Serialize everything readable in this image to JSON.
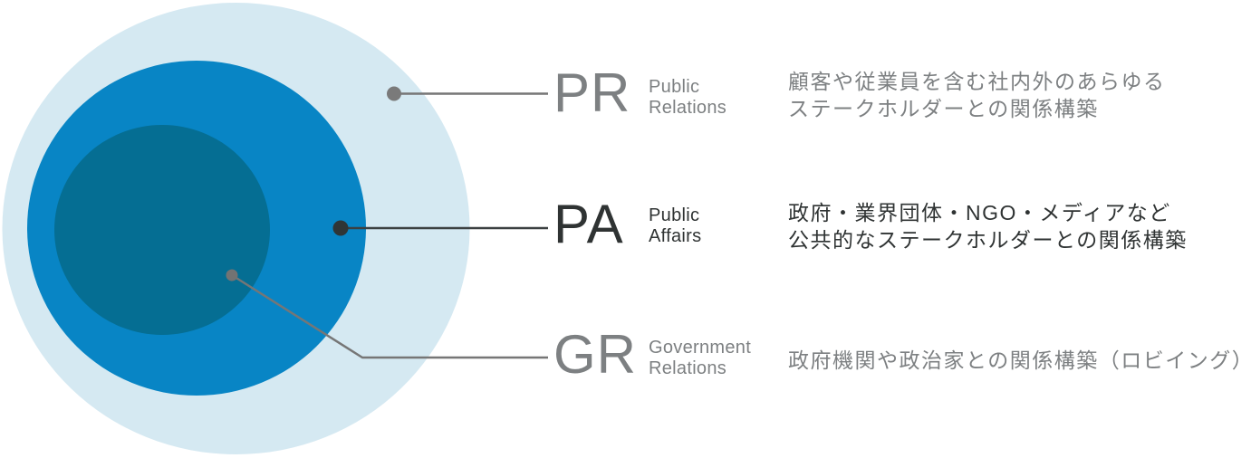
{
  "diagram": {
    "title": "PR / PA / GR nested relationship diagram",
    "rows": [
      {
        "abbr": "PR",
        "name_lines": [
          "Public",
          "Relations"
        ],
        "desc_lines": [
          "顧客や従業員を含む社内外のあらゆる",
          "ステークホルダーとの関係構築"
        ]
      },
      {
        "abbr": "PA",
        "name_lines": [
          "Public",
          "Affairs"
        ],
        "desc_lines": [
          "政府・業界団体・NGO・メディアなど",
          "公共的なステークホルダーとの関係構築"
        ]
      },
      {
        "abbr": "GR",
        "name_lines": [
          "Government",
          "Relations"
        ],
        "desc_lines": [
          "政府機関や政治家との関係構築（ロビイング）"
        ]
      }
    ]
  },
  "colors": {
    "circle_pr": "#d5e9f2",
    "circle_pa": "#0885c5",
    "circle_gr": "#056e93",
    "text_muted": "#7d8082",
    "text_emphasis": "#2f3333",
    "leader_muted": "#767676",
    "leader_emphasis": "#3b4041",
    "dot_pr": "#7a7a7a",
    "dot_pa": "#2f3536",
    "dot_gr": "#737373"
  }
}
